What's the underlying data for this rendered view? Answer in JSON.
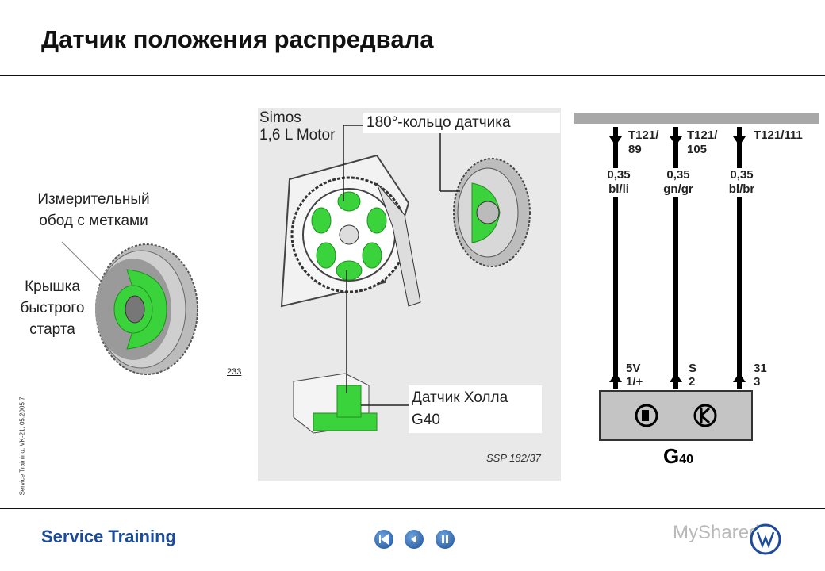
{
  "slide": {
    "title": "Датчик положения распредвала",
    "side_note": "Service Training, VK-21, 05.2005    7"
  },
  "left_labels": {
    "measuring_rim": "Измерительный обод с метками",
    "cover": "Крышка быстрого старта",
    "figure_code": "233"
  },
  "photo": {
    "engine_label": "Simos\n1,6 L  Motor",
    "ring_label": "180°-кольцо датчика",
    "hall_sensor_label": "Датчик Холла\nG40",
    "source": "SSP 182/37"
  },
  "wiring": {
    "connectors": [
      "T121/\n89",
      "T121/\n105",
      "T121/111"
    ],
    "wire_specs": [
      "0,35\nbl/li",
      "0,35\ngn/gr",
      "0,35\nbl/br"
    ],
    "pins": [
      "5V\n1/+",
      "S\n2",
      "31\n3"
    ],
    "component": "G",
    "component_sub": "40"
  },
  "footer": {
    "brand": "Service  Training",
    "watermark": "MyShared"
  },
  "colors": {
    "accent_green": "#3bd33b",
    "brand_blue": "#1b4b9a",
    "metal_gray": "#a8a8a8"
  }
}
